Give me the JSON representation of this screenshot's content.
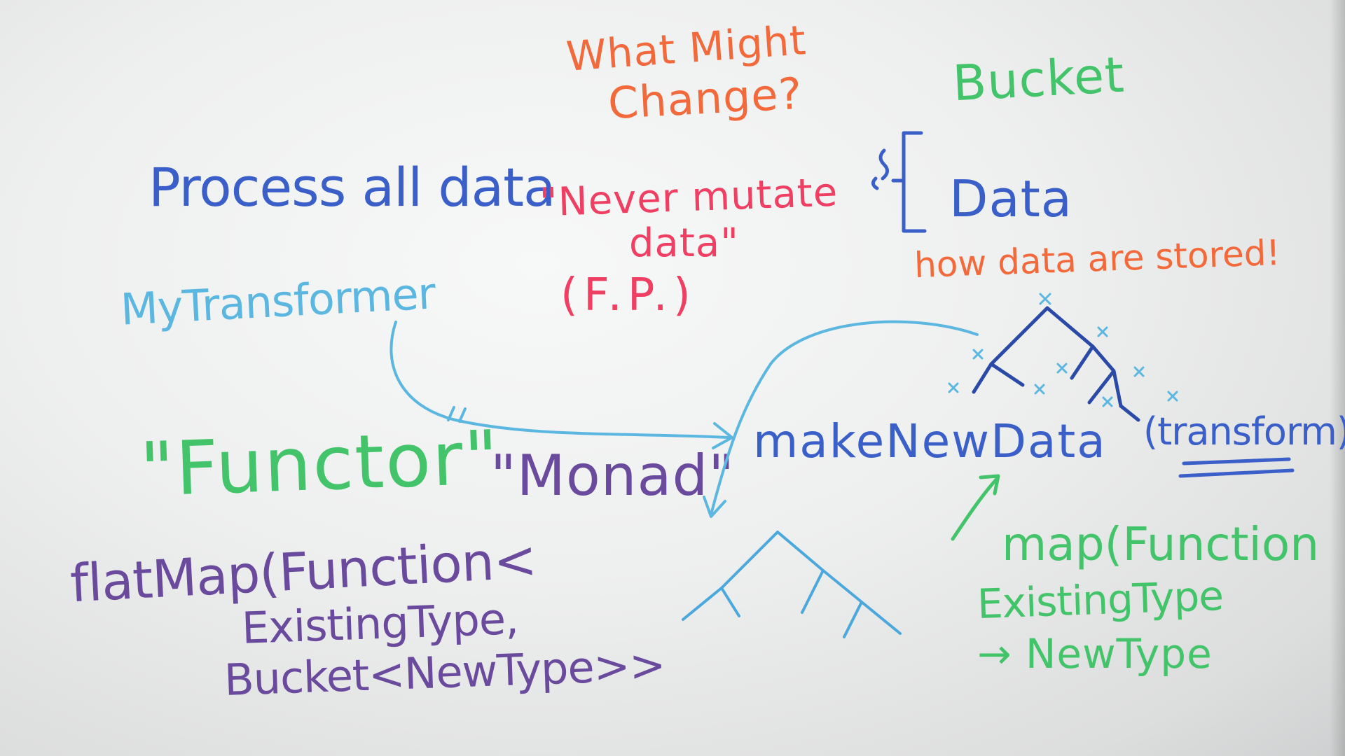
{
  "colors": {
    "orange": "#f26a3b",
    "green": "#44c46a",
    "blue": "#3a5fc8",
    "lightBlue": "#5bb7e0",
    "pink": "#ef3f63",
    "purple": "#6a4a9c",
    "skyBlue": "#2f8fd6"
  },
  "whiteboard": {
    "question_line1": "What Might",
    "question_line2": "Change?",
    "bucket": "Bucket",
    "data": "Data",
    "how_stored": "how data are stored!",
    "process_all": "Process all data",
    "never_mutate_line1": "\"Never mutate",
    "never_mutate_line2": "data\"",
    "fp": "(F.P.)",
    "my_transformer": "MyTransformer",
    "make_new_data": "makeNewData",
    "transform_arg": "(transform)",
    "functor": "\"Functor\"",
    "monad": "\"Monad\"",
    "flatmap_line1": "flatMap(Function<",
    "flatmap_line2": "ExistingType,",
    "flatmap_line3": "Bucket<NewType>>",
    "map_line1": "map(Function",
    "map_line2": "ExistingType",
    "map_line3": "→ NewType",
    "tick_mark": "\""
  }
}
